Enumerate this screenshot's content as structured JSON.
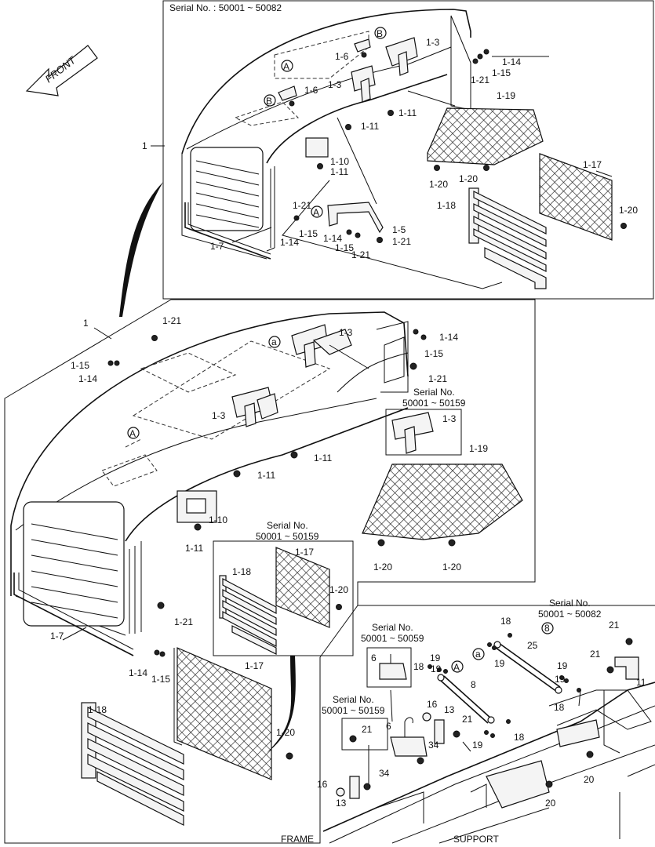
{
  "top_box": {
    "serial_label": "Serial No. : 50001 ~ 50082"
  },
  "front_arrow": {
    "label": "FRONT"
  },
  "serial_notes": {
    "mid_right": [
      "Serial No.",
      "50001 ~ 50159"
    ],
    "mid_center": [
      "Serial No.",
      "50001 ~ 50159"
    ],
    "bottom_6": [
      "Serial No.",
      "50001 ~ 50059"
    ],
    "bottom_21": [
      "Serial No.",
      "50001 ~ 50159"
    ],
    "bottom_right": [
      "Serial No.",
      "50001 ~ 50082"
    ]
  },
  "bottom_labels": {
    "frame": "FRAME",
    "support": "SUPPORT"
  },
  "callout_markers": {
    "A": "A",
    "B": "B",
    "a": "a",
    "eight": "8"
  },
  "part_numbers": {
    "p1": "1",
    "p1_3": "1-3",
    "p1_5": "1-5",
    "p1_6": "1-6",
    "p1_7": "1-7",
    "p1_10": "1-10",
    "p1_11": "1-11",
    "p1_14": "1-14",
    "p1_15": "1-15",
    "p1_17": "1-17",
    "p1_18": "1-18",
    "p1_19": "1-19",
    "p1_20": "1-20",
    "p1_21": "1-21",
    "p6": "6",
    "p8": "8",
    "p11": "11",
    "p13": "13",
    "p16": "16",
    "p18": "18",
    "p19": "19",
    "p20": "20",
    "p21": "21",
    "p25": "25",
    "p34": "34"
  }
}
